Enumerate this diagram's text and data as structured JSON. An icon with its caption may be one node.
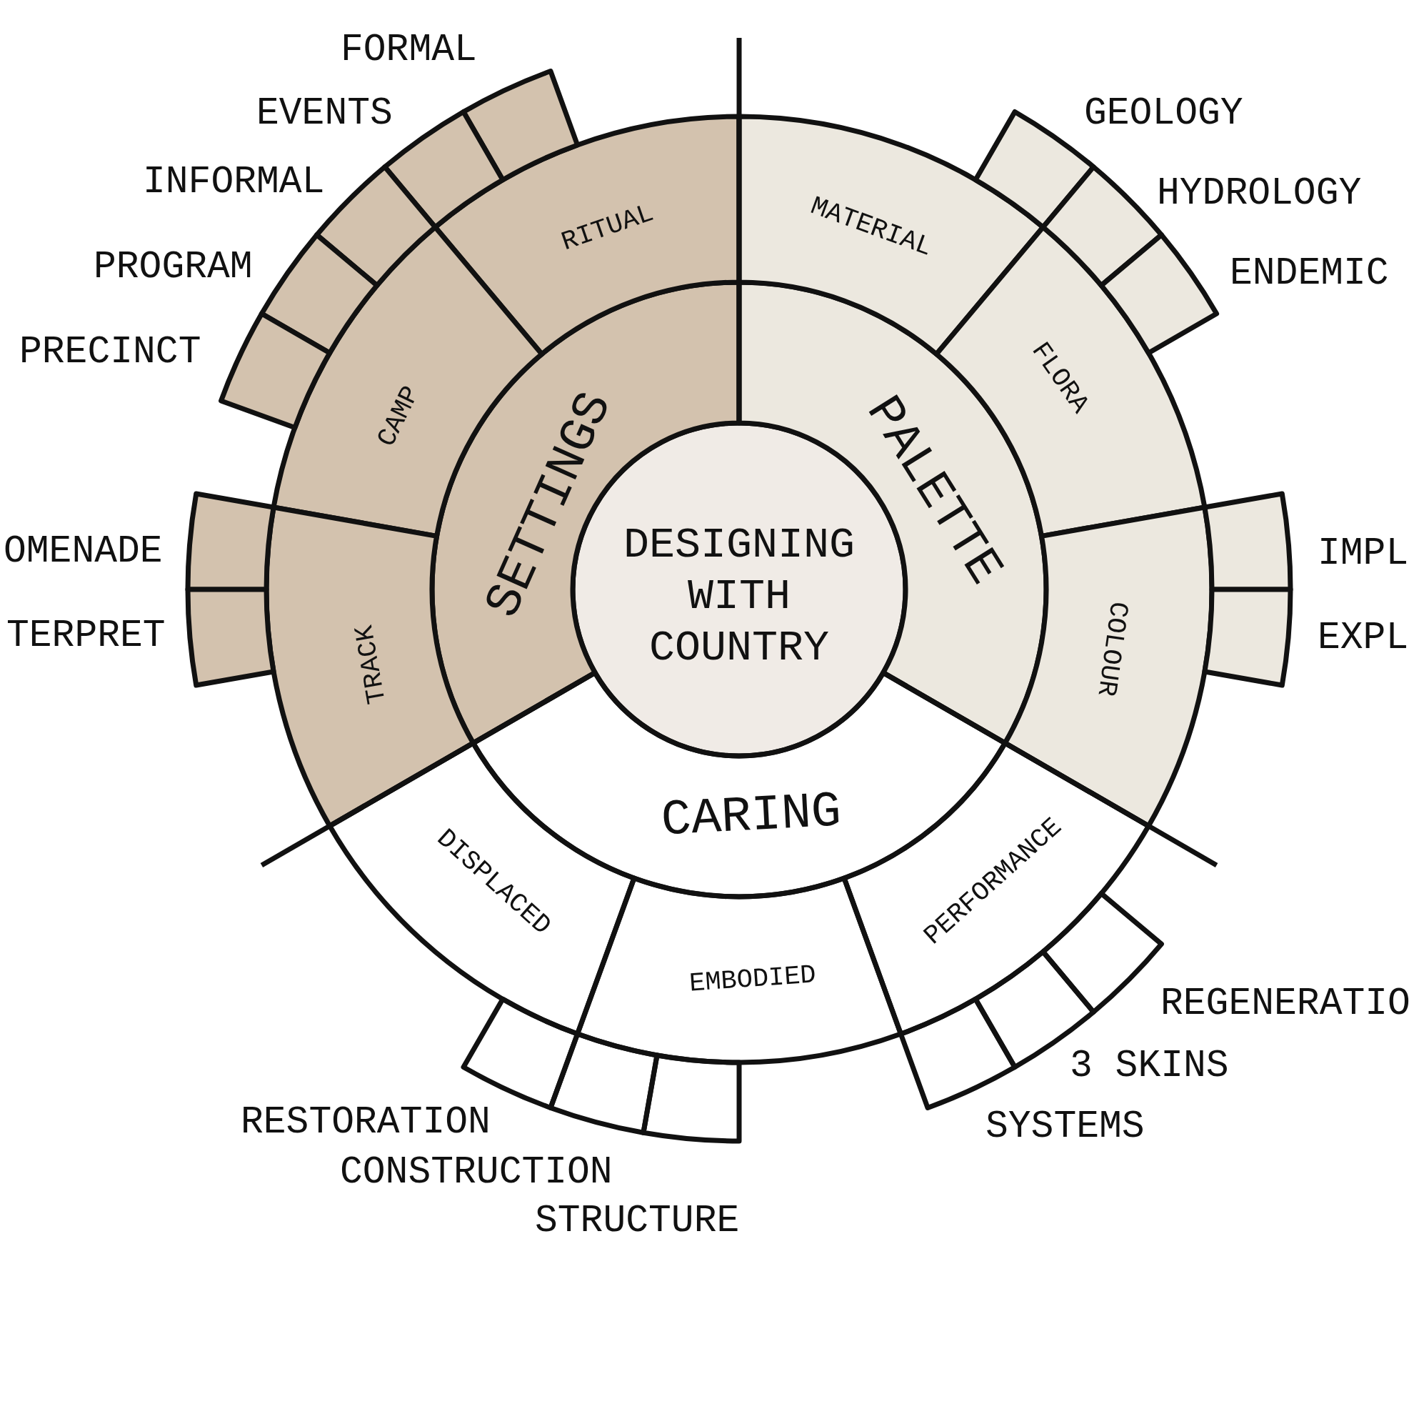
{
  "diagram": {
    "nodes": [
      {
        "text": [
          "DESIGNING WITH COUNTRY"
        ]
      },
      {
        "text": [
          "SETTINGS"
        ]
      },
      {
        "text": [
          "PALETTE"
        ]
      },
      {
        "text": [
          "CARING"
        ]
      },
      {
        "text": [
          "RITUAL"
        ]
      },
      {
        "text": [
          "CAMP"
        ]
      },
      {
        "text": [
          "TRACK"
        ]
      },
      {
        "text": [
          "MATERIAL"
        ]
      },
      {
        "text": [
          "FLORA"
        ]
      },
      {
        "text": [
          "COLOUR"
        ]
      },
      {
        "text": [
          "DISPLACED"
        ]
      },
      {
        "text": [
          "EMBODIED"
        ]
      },
      {
        "text": [
          "PERFORMANCE"
        ]
      },
      {
        "text": [
          "FORMAL"
        ]
      },
      {
        "text": [
          "EVENTS"
        ]
      },
      {
        "text": [
          "INFORMAL"
        ]
      },
      {
        "text": [
          "PROGRAM"
        ]
      },
      {
        "text": [
          "PRECINCT"
        ]
      },
      {
        "text": [
          "OMENADE"
        ]
      },
      {
        "text": [
          "TERPRET"
        ]
      },
      {
        "text": [
          "GEOLOGY"
        ]
      },
      {
        "text": [
          "HYDROLOGY"
        ]
      },
      {
        "text": [
          "ENDEMIC"
        ]
      },
      {
        "text": [
          "IMPL"
        ]
      },
      {
        "text": [
          "EXPL"
        ]
      },
      {
        "text": [
          "REGENERATIO"
        ]
      },
      {
        "text": [
          "3 SKINS"
        ]
      },
      {
        "text": [
          "SYSTEMS"
        ]
      },
      {
        "text": [
          "RESTORATION"
        ]
      },
      {
        "text": [
          "CONSTRUCTION"
        ]
      },
      {
        "text": [
          "STRUCTURE"
        ]
      }
    ]
  }
}
